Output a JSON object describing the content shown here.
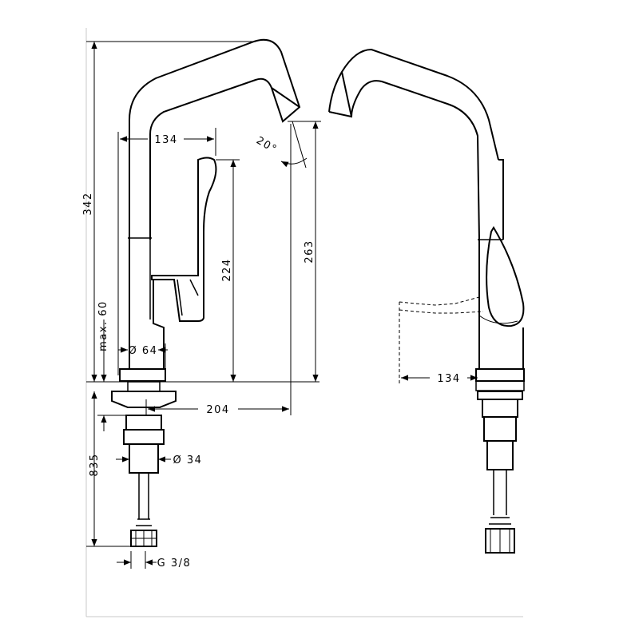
{
  "dimensions": {
    "overall_height": "342",
    "spout_reach_top": "134",
    "spout_angle": "20°",
    "handle_height": "224",
    "spout_height": "263",
    "max_thickness": "max. 60",
    "base_diameter": "Ø 64",
    "spout_reach_bottom": "204",
    "shank_diameter": "Ø 34",
    "hose_length": "835",
    "connection_thread": "G 3/8",
    "side_reach": "134"
  }
}
